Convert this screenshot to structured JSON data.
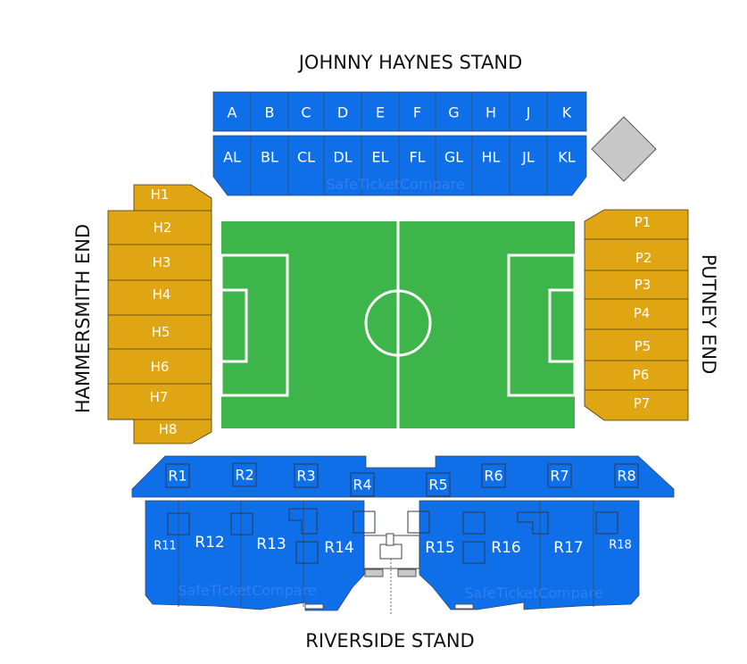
{
  "stands": {
    "north": "JOHNNY HAYNES STAND",
    "west": "HAMMERSMITH END",
    "east": "PUTNEY END",
    "south": "RIVERSIDE STAND"
  },
  "north_upper": [
    "A",
    "B",
    "C",
    "D",
    "E",
    "F",
    "G",
    "H",
    "J",
    "K"
  ],
  "north_lower": [
    "AL",
    "BL",
    "CL",
    "DL",
    "EL",
    "FL",
    "GL",
    "HL",
    "JL",
    "KL"
  ],
  "hammersmith": [
    "H1",
    "H2",
    "H3",
    "H4",
    "H5",
    "H6",
    "H7",
    "H8"
  ],
  "putney": [
    "P1",
    "P2",
    "P3",
    "P4",
    "P5",
    "P6",
    "P7"
  ],
  "riverside_upper": [
    "R1",
    "R2",
    "R3",
    "R4",
    "R5",
    "R6",
    "R7",
    "R8"
  ],
  "riverside_lower": [
    "R11",
    "R12",
    "R13",
    "R14",
    "R15",
    "R16",
    "R17",
    "R18"
  ],
  "watermark": "SafeTicketCompare",
  "colors": {
    "blue_sections": "#0f6fe8",
    "gold_sections": "#e0a513",
    "pitch": "#3db54a",
    "corner": "#c8c8c8"
  }
}
